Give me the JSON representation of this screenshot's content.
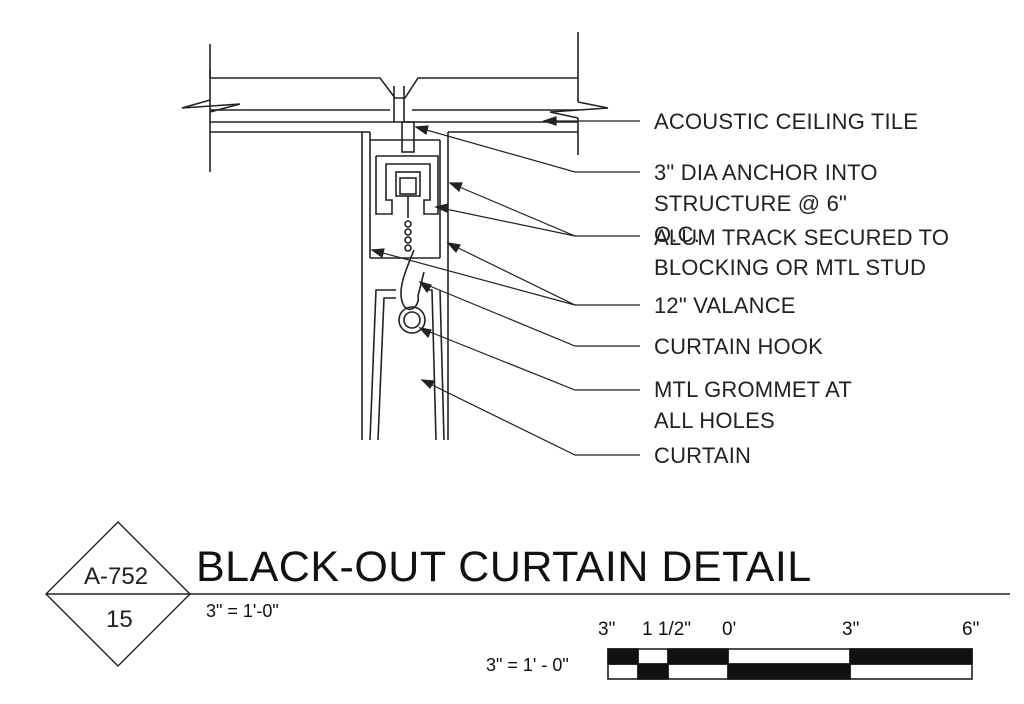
{
  "callouts": {
    "acoustic_ceiling_tile": "ACOUSTIC CEILING TILE",
    "anchor_line1": "3\" DIA ANCHOR INTO",
    "anchor_line2": "STRUCTURE @ 6\"",
    "anchor_line3": "O.C.",
    "track_line1": "ALUM TRACK SECURED TO",
    "track_line2": "BLOCKING OR MTL STUD",
    "valance": "12\" VALANCE",
    "curtain_hook": "CURTAIN HOOK",
    "grommet_line1": "MTL GROMMET AT",
    "grommet_line2": "ALL HOLES",
    "curtain": "CURTAIN"
  },
  "title_block": {
    "sheet_number": "A-752",
    "detail_number": "15",
    "title": "BLACK-OUT CURTAIN DETAIL",
    "scale_note": "3\" = 1'-0\""
  },
  "scale_bar": {
    "label": "3\" = 1' - 0\"",
    "ticks": [
      "3\"",
      "1 1/2\"",
      "0'",
      "3\"",
      "6\""
    ]
  },
  "colors": {
    "ink": "#111111",
    "paper": "#ffffff"
  }
}
